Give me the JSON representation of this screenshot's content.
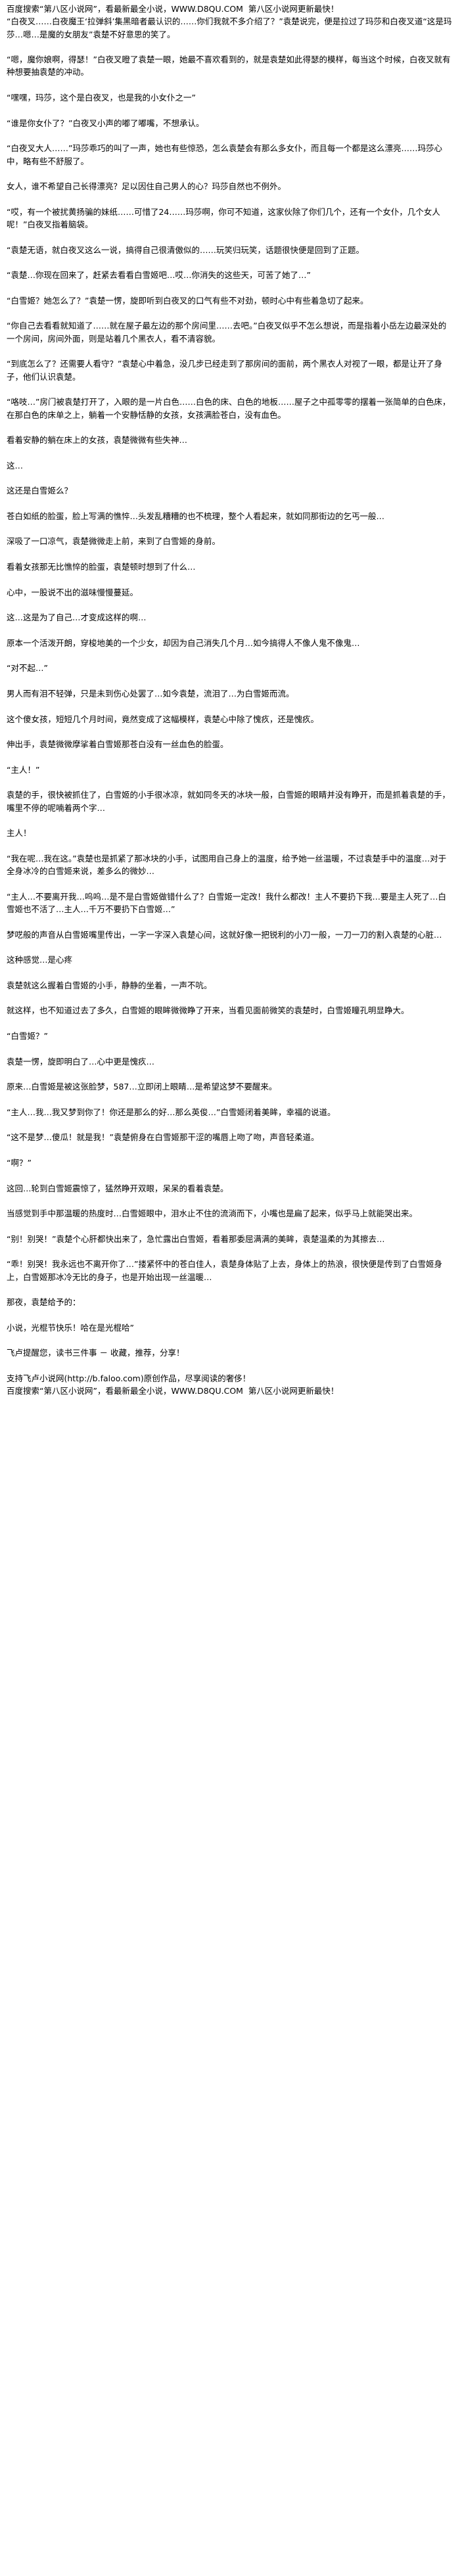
{
  "header": {
    "site_text": "百度搜索“第八区小说网”，看最新最全小说，WWW.D8QU.COM  第八区小说网更新最快！"
  },
  "body": {
    "paragraphs": [
      "“白夜叉……白夜魔王‘拉弹斜’集黑暗者最认识的……你们我就不多介绍了？”袁楚说完，便是拉过了玛莎和白夜叉道“这是玛莎…嗯…是魔的女朋友”袁楚不好意思的笑了。",
      "",
      "“嗯，魔你娘啊，得瑟！”白夜叉瞪了袁楚一眼，她最不喜欢看到的，就是袁楚如此得瑟的模样，每当这个时候，白夜叉就有种想要抽袁楚的冲动。",
      "",
      "“嘿嘿，玛莎，这个是白夜叉，也是我的小女仆之一”",
      "",
      "“谁是你女仆了？”白夜叉小声的嘟了嘟嘴，不想承认。",
      "",
      "“白夜叉大人……”玛莎乖巧的叫了一声，她也有些惊恐，怎么袁楚会有那么多女仆，而且每一个都是这么漂亮……玛莎心中，略有些不舒服了。",
      "",
      "女人，谁不希望自己长得漂亮？足以因住自己男人的心？玛莎自然也不例外。",
      "",
      "“哎，有一个被扰黄扬骗的妹纸……可惜了24……玛莎啊，你可不知道，这家伙除了你们几个，还有一个女仆，几个女人呢！”白夜叉指着脑袋。",
      "",
      "“袁楚无语，就白夜叉这么一说，搞得自己很清傲似的……玩笑归玩笑，话题很快便是回到了正题。",
      "",
      "“袁楚…你现在回来了，赶紧去看看白雪姬吧…哎…你消失的这些天，可苦了她了…”",
      "",
      "“白雪姬？她怎么了？”袁楚一愣，旋即听到白夜叉的口气有些不对劲，顿时心中有些着急切了起来。",
      "",
      "“你自己去看看就知道了……就在屋子最左边的那个房间里……去吧。”白夜叉似乎不怎么想说，而是指着小岳左边最深处的一个房间，房间外面，则是站着几个黑衣人，看不清容貌。",
      "",
      "“到底怎么了？还需要人看守？”袁楚心中着急，没几步已经走到了那房间的面前，两个黑衣人对视了一眼，都是让开了身子，他们认识袁楚。",
      "",
      "“咯吱…”房门被袁楚打开了，入眼的是一片白色……白色的床、白色的地板……屋子之中孤零零的摆着一张简单的白色床，在那白色的床单之上，躺着一个安静恬静的女孩，女孩满脸苍白，没有血色。",
      "",
      "看着安静的躺在床上的女孩，袁楚微微有些失神…",
      "",
      "这…",
      "",
      "这还是白雪姬么？",
      "",
      "苍白如纸的脸蛋，脸上写满的憔悴…头发乱糟糟的也不梳理，整个人看起来，就如同那街边的乞丐一般…",
      "",
      "深吸了一口凉气，袁楚微微走上前，来到了白雪姬的身前。",
      "",
      "看着女孩那无比憔悴的脸蛋，袁楚顿时想到了什么…",
      "",
      "心中，一股说不出的滋味慢慢蔓延。",
      "",
      "这…这是为了自己…才变成这样的啊…",
      "",
      "原本一个活泼开朗，穿梭地美的一个少女，却因为自己消失几个月…如今搞得人不像人鬼不像鬼…",
      "",
      "“对不起…”",
      "",
      "男人而有泪不轻弹，只是未到伤心处罢了…如今袁楚，流泪了…为白雪姬而流。",
      "",
      "这个傻女孩，短短几个月时间，竟然变成了这幅模样，袁楚心中除了愧疚，还是愧疚。",
      "",
      "伸出手，袁楚微微摩挲着白雪姬那苍白没有一丝血色的脸蛋。",
      "",
      "“主人！”",
      "",
      "袁楚的手，很快被抓住了，白雪姬的小手很冰凉，就如同冬天的冰块一般，白雪姬的眼睛并没有睁开，而是抓着袁楚的手，嘴里不停的呢喃着两个字…",
      "",
      "主人！",
      "",
      "“我在呢…我在这。”袁楚也是抓紧了那冰块的小手，试图用自己身上的温度，给予她一丝温暖，不过袁楚手中的温度…对于全身冰冷的白雪姬来说，差多么的微妙…",
      "",
      "“主人…不要离开我…呜呜…是不是白雪姬做错什么了？白雪姬一定改！我什么都改！主人不要扔下我…要是主人死了…白雪姬也不活了…主人…千万不要扔下白雪姬…”",
      "",
      "梦呓般的声音从白雪姬嘴里传出，一字一字深入袁楚心间，这就好像一把锐利的小刀一般，一刀一刀的割入袁楚的心脏…",
      "",
      "这种感觉…是心疼",
      "",
      "袁楚就这么握着白雪姬的小手，静静的坐着，一声不吭。",
      "",
      "就这样，也不知道过去了多久，白雪姬的眼眸微微睁了开来，当看见面前微笑的袁楚时，白雪姬瞳孔明显睁大。",
      "",
      "“白雪姬？”",
      "",
      "袁楚一愣，旋即明白了…心中更是愧疚…",
      "",
      "原来…白雪姬是被这张脸梦，587…立即闭上眼睛…是希望这梦不要醒来。",
      "",
      "“主人…我…我又梦到你了！你还是那么的好…那么英俊…”白雪姬闭着美眸，幸福的说道。",
      "",
      "“这不是梦…傻瓜！就是我！”袁楚俯身在白雪姬那干涩的嘴唇上吻了吻，声音轻柔道。",
      "",
      "“啊？”",
      "",
      "这回…轮到白雪姬震惊了，猛然睁开双眼，呆呆的看着袁楚。",
      "",
      "当感觉到手中那温暖的热度时…白雪姬眼中，泪水止不住的流淌而下，小嘴也是扁了起来，似乎马上就能哭出来。",
      "",
      "“别！别哭！”袁楚个心肝都快出来了，急忙露出白雪姬，看着那委屈满满的美眸，袁楚温柔的为其擦去…",
      "",
      "“乖！别哭！我永远也不离开你了…”搂紧怀中的苍白佳人，袁楚身体贴了上去，身体上的热浪，很快便是传到了白雪姬身上，白雪姬那冰冷无比的身子，也是开始出现一丝温暖…",
      "",
      "那夜，袁楚给予的：",
      "",
      "小说，光棍节快乐！哈在是光棍哈”",
      "",
      "飞卢提醒您，读书三件事 － 收藏，推荐，分享！",
      "",
      "支持飞卢小说网(http://b.faloo.com)原创作品，尽享阅读的奢侈！"
    ]
  },
  "footer": {
    "site_text": "百度搜索“第八区小说网”，看最新最全小说，WWW.D8QU.COM  第八区小说网更新最快！"
  }
}
